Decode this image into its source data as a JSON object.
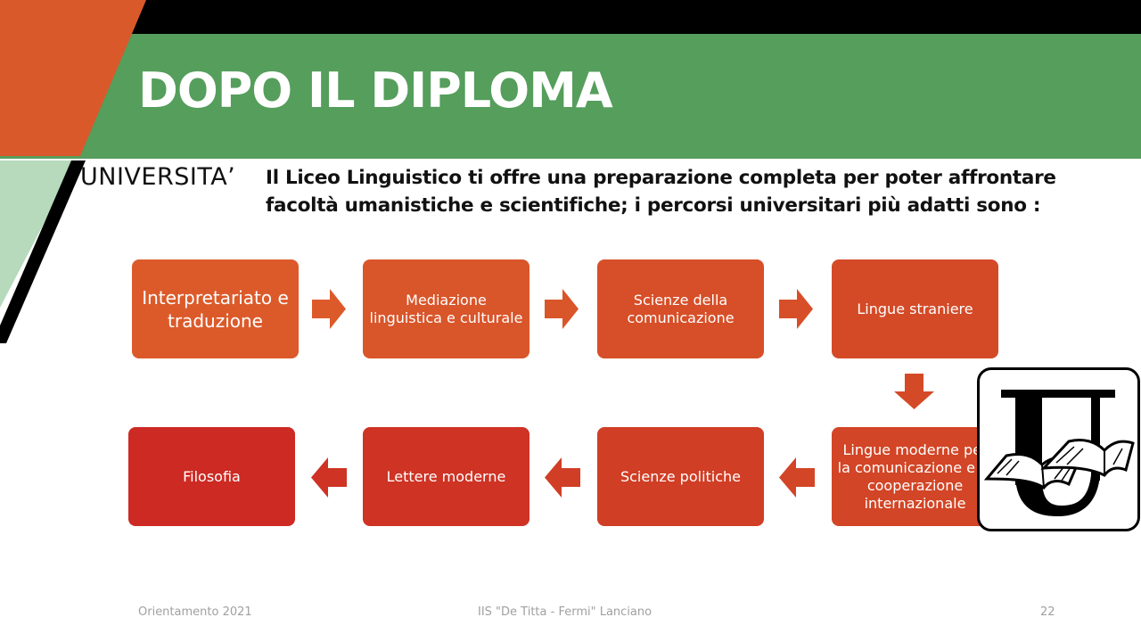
{
  "header": {
    "title": "DOPO IL DIPLOMA"
  },
  "section": {
    "label": "UNIVERSITA’",
    "intro": "Il Liceo  Linguistico ti offre una preparazione completa per poter affrontare facoltà umanistiche e scientifiche; i percorsi universitari più adatti sono :"
  },
  "flow": {
    "steps": [
      {
        "label": "Interpretariato e traduzione",
        "color": "#DC5A2A"
      },
      {
        "label": "Mediazione linguistica e culturale",
        "color": "#D9552A"
      },
      {
        "label": "Scienze della comunicazione",
        "color": "#D74F28"
      },
      {
        "label": "Lingue straniere",
        "color": "#D44A27"
      },
      {
        "label": "Lingue moderne per la comunicazione e la cooperazione internazionale",
        "color": "#D24526"
      },
      {
        "label": "Scienze politiche",
        "color": "#D03E25"
      },
      {
        "label": "Lettere moderne",
        "color": "#CE3324"
      },
      {
        "label": "Filosofia",
        "color": "#CC2A23"
      }
    ]
  },
  "logo": {
    "letter": "U",
    "icon": "open-book-icon"
  },
  "footer": {
    "left": "Orientamento 2021",
    "center": "IIS \"De Titta - Fermi\" Lanciano",
    "page": "22"
  },
  "colors": {
    "green": "#559E5C",
    "orange": "#D9592A",
    "light_green": "#B6DABB",
    "black": "#000000"
  }
}
